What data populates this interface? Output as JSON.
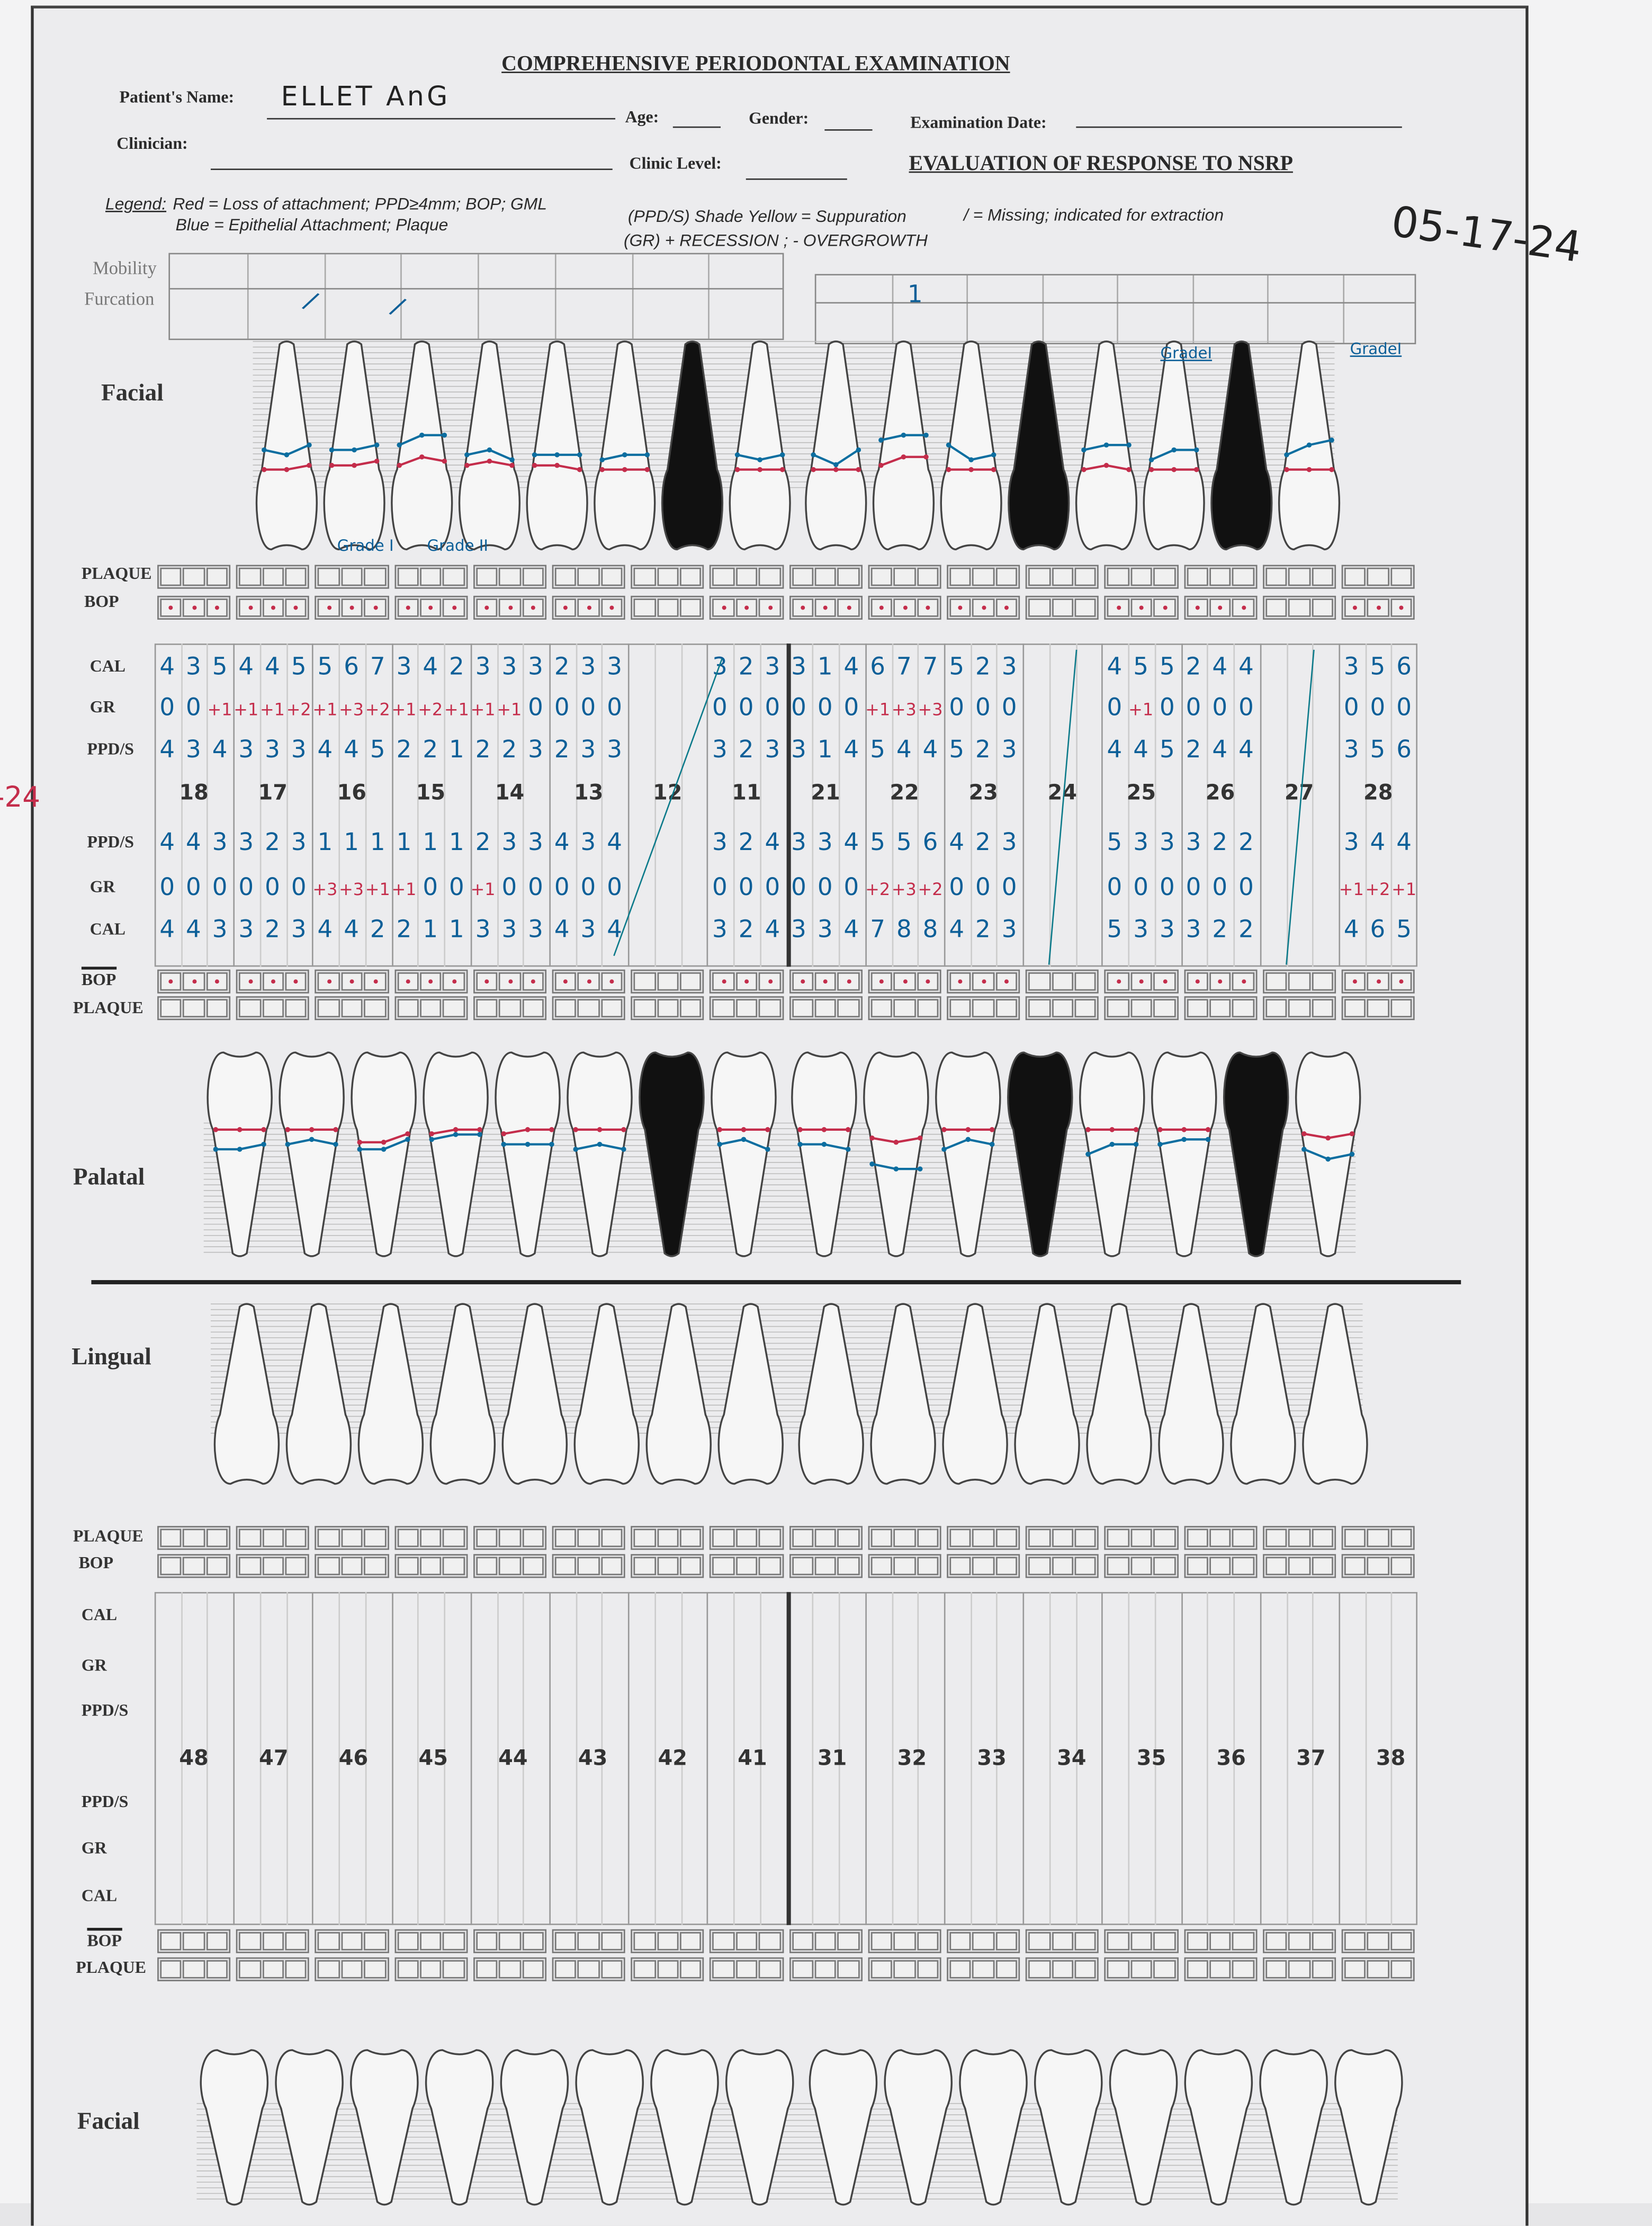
{
  "header": {
    "title": "COMPREHENSIVE PERIODONTAL EXAMINATION",
    "patient_label": "Patient's Name:",
    "patient_name": "ELLET AnG",
    "age_label": "Age:",
    "gender_label": "Gender:",
    "exam_date_label": "Examination Date:",
    "clinician_label": "Clinician:",
    "clinic_level_label": "Clinic Level:",
    "subtitle": "EVALUATION OF RESPONSE TO NSRP"
  },
  "legend": {
    "label": "Legend:",
    "red": "Red = Loss of attachment; PPD≥4mm; BOP; GML",
    "blue": "Blue = Epithelial Attachment; Plaque",
    "suppuration": "(PPD/S) Shade Yellow = Suppuration",
    "gr": "(GR) + RECESSION ; - OVERGROWTH",
    "missing": "/ = Missing; indicated for extraction"
  },
  "annotations": {
    "date": "05-17-24",
    "margin_date": "-24",
    "furcation_grade_a": "Grade I",
    "furcation_grade_b": "Grade II",
    "furcation_grade_25": "GradeI",
    "furcation_grade_28": "GradeI",
    "mobility_mark": "1",
    "furcation_mark": "/"
  },
  "labels": {
    "mobility": "Mobility",
    "furcation": "Furcation",
    "facial": "Facial",
    "palatal": "Palatal",
    "lingual": "Lingual",
    "plaque": "PLAQUE",
    "bop": "BOP",
    "cal": "CAL",
    "gr": "GR",
    "ppd": "PPD/S"
  },
  "colors": {
    "blue_ink": "#0c5f98",
    "red_ink": "#c42d4b"
  },
  "upper": [
    {
      "tooth": "18",
      "f_cal": [
        "4",
        "3",
        "5"
      ],
      "f_gr": [
        "0",
        "0",
        "+1"
      ],
      "f_ppd": [
        "4",
        "3",
        "4"
      ],
      "p_ppd": [
        "4",
        "4",
        "3"
      ],
      "p_gr": [
        "0",
        "0",
        "0"
      ],
      "p_cal": [
        "4",
        "4",
        "3"
      ]
    },
    {
      "tooth": "17",
      "f_cal": [
        "4",
        "4",
        "5"
      ],
      "f_gr": [
        "+1",
        "+1",
        "+2"
      ],
      "f_ppd": [
        "3",
        "3",
        "3"
      ],
      "p_ppd": [
        "3",
        "2",
        "3"
      ],
      "p_gr": [
        "0",
        "0",
        "0"
      ],
      "p_cal": [
        "3",
        "2",
        "3"
      ]
    },
    {
      "tooth": "16",
      "f_cal": [
        "5",
        "6",
        "7"
      ],
      "f_gr": [
        "+1",
        "+3",
        "+2"
      ],
      "f_ppd": [
        "4",
        "4",
        "5"
      ],
      "p_ppd": [
        "1",
        "1",
        "1"
      ],
      "p_gr": [
        "+3",
        "+3",
        "+1"
      ],
      "p_cal": [
        "4",
        "4",
        "2"
      ]
    },
    {
      "tooth": "15",
      "f_cal": [
        "3",
        "4",
        "2"
      ],
      "f_gr": [
        "+1",
        "+2",
        "+1"
      ],
      "f_ppd": [
        "2",
        "2",
        "1"
      ],
      "p_ppd": [
        "1",
        "1",
        "1"
      ],
      "p_gr": [
        "+1",
        "0",
        "0"
      ],
      "p_cal": [
        "2",
        "1",
        "1"
      ]
    },
    {
      "tooth": "14",
      "f_cal": [
        "3",
        "3",
        "3"
      ],
      "f_gr": [
        "+1",
        "+1",
        "0"
      ],
      "f_ppd": [
        "2",
        "2",
        "3"
      ],
      "p_ppd": [
        "2",
        "3",
        "3"
      ],
      "p_gr": [
        "+1",
        "0",
        "0"
      ],
      "p_cal": [
        "3",
        "3",
        "3"
      ]
    },
    {
      "tooth": "13",
      "f_cal": [
        "2",
        "3",
        "3"
      ],
      "f_gr": [
        "0",
        "0",
        "0"
      ],
      "f_ppd": [
        "2",
        "3",
        "3"
      ],
      "p_ppd": [
        "4",
        "3",
        "4"
      ],
      "p_gr": [
        "0",
        "0",
        "0"
      ],
      "p_cal": [
        "4",
        "3",
        "4"
      ]
    },
    {
      "tooth": "12",
      "missing": true
    },
    {
      "tooth": "11",
      "f_cal": [
        "3",
        "2",
        "3"
      ],
      "f_gr": [
        "0",
        "0",
        "0"
      ],
      "f_ppd": [
        "3",
        "2",
        "3"
      ],
      "p_ppd": [
        "3",
        "2",
        "4"
      ],
      "p_gr": [
        "0",
        "0",
        "0"
      ],
      "p_cal": [
        "3",
        "2",
        "4"
      ]
    },
    {
      "tooth": "21",
      "f_cal": [
        "3",
        "1",
        "4"
      ],
      "f_gr": [
        "0",
        "0",
        "0"
      ],
      "f_ppd": [
        "3",
        "1",
        "4"
      ],
      "p_ppd": [
        "3",
        "3",
        "4"
      ],
      "p_gr": [
        "0",
        "0",
        "0"
      ],
      "p_cal": [
        "3",
        "3",
        "4"
      ]
    },
    {
      "tooth": "22",
      "f_cal": [
        "6",
        "7",
        "7"
      ],
      "f_gr": [
        "+1",
        "+3",
        "+3"
      ],
      "f_ppd": [
        "5",
        "4",
        "4"
      ],
      "p_ppd": [
        "5",
        "5",
        "6"
      ],
      "p_gr": [
        "+2",
        "+3",
        "+2"
      ],
      "p_cal": [
        "7",
        "8",
        "8"
      ]
    },
    {
      "tooth": "23",
      "f_cal": [
        "5",
        "2",
        "3"
      ],
      "f_gr": [
        "0",
        "0",
        "0"
      ],
      "f_ppd": [
        "5",
        "2",
        "3"
      ],
      "p_ppd": [
        "4",
        "2",
        "3"
      ],
      "p_gr": [
        "0",
        "0",
        "0"
      ],
      "p_cal": [
        "4",
        "2",
        "3"
      ]
    },
    {
      "tooth": "24",
      "missing": true
    },
    {
      "tooth": "25",
      "f_cal": [
        "4",
        "5",
        "5"
      ],
      "f_gr": [
        "0",
        "+1",
        "0"
      ],
      "f_ppd": [
        "4",
        "4",
        "5"
      ],
      "p_ppd": [
        "5",
        "3",
        "3"
      ],
      "p_gr": [
        "0",
        "0",
        "0"
      ],
      "p_cal": [
        "5",
        "3",
        "3"
      ]
    },
    {
      "tooth": "26",
      "f_cal": [
        "2",
        "4",
        "4"
      ],
      "f_gr": [
        "0",
        "0",
        "0"
      ],
      "f_ppd": [
        "2",
        "4",
        "4"
      ],
      "p_ppd": [
        "3",
        "2",
        "2"
      ],
      "p_gr": [
        "0",
        "0",
        "0"
      ],
      "p_cal": [
        "3",
        "2",
        "2"
      ]
    },
    {
      "tooth": "27",
      "missing": true
    },
    {
      "tooth": "28",
      "f_cal": [
        "3",
        "5",
        "6"
      ],
      "f_gr": [
        "0",
        "0",
        "0"
      ],
      "f_ppd": [
        "3",
        "5",
        "6"
      ],
      "p_ppd": [
        "3",
        "4",
        "4"
      ],
      "p_gr": [
        "+1",
        "+2",
        "+1"
      ],
      "p_cal": [
        "4",
        "6",
        "5"
      ]
    }
  ],
  "lower": [
    "48",
    "47",
    "46",
    "45",
    "44",
    "43",
    "42",
    "41",
    "31",
    "32",
    "33",
    "34",
    "35",
    "36",
    "37",
    "38"
  ]
}
